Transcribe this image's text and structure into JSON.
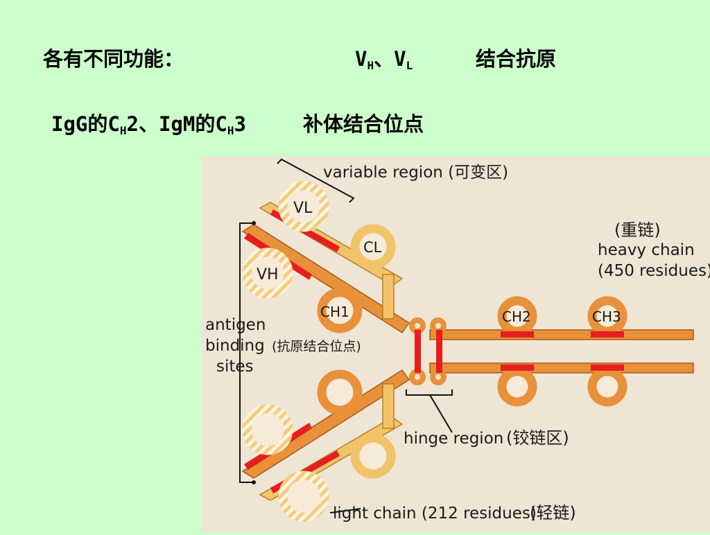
{
  "line1": {
    "text": "各有不同功能：",
    "vh": "V",
    "vh_sub": "H",
    "sep": "、",
    "vl": "V",
    "vl_sub": "L",
    "function": "结合抗原"
  },
  "line2": {
    "igg": "IgG的C",
    "igg_sub": "H",
    "igg_num": "2",
    "sep": "、",
    "igm": "IgM的C",
    "igm_sub": "H",
    "igm_num": "3",
    "function": "补体结合位点"
  },
  "diagram": {
    "variable_region": "variable region (可变区)",
    "heavy_chain_cn": "(重链)",
    "heavy_chain": "heavy chain",
    "heavy_residues": "(450 residues)",
    "antigen": "antigen",
    "binding": "binding",
    "binding_cn": "(抗原结合位点)",
    "sites": "sites",
    "hinge": "hinge region",
    "hinge_cn": "(铰链区)",
    "light_chain": "light chain (212 residues)",
    "light_chain_cn": "(轻链)",
    "domains": {
      "vl": "VL",
      "cl": "CL",
      "vh": "VH",
      "ch1": "CH1",
      "ch2": "CH2",
      "ch3": "CH3"
    }
  },
  "colors": {
    "background": "#ccffcc",
    "panel": "#efe5d5",
    "heavy": "#e8913a",
    "light": "#f2c46a",
    "disulfide": "#e61e1e"
  }
}
